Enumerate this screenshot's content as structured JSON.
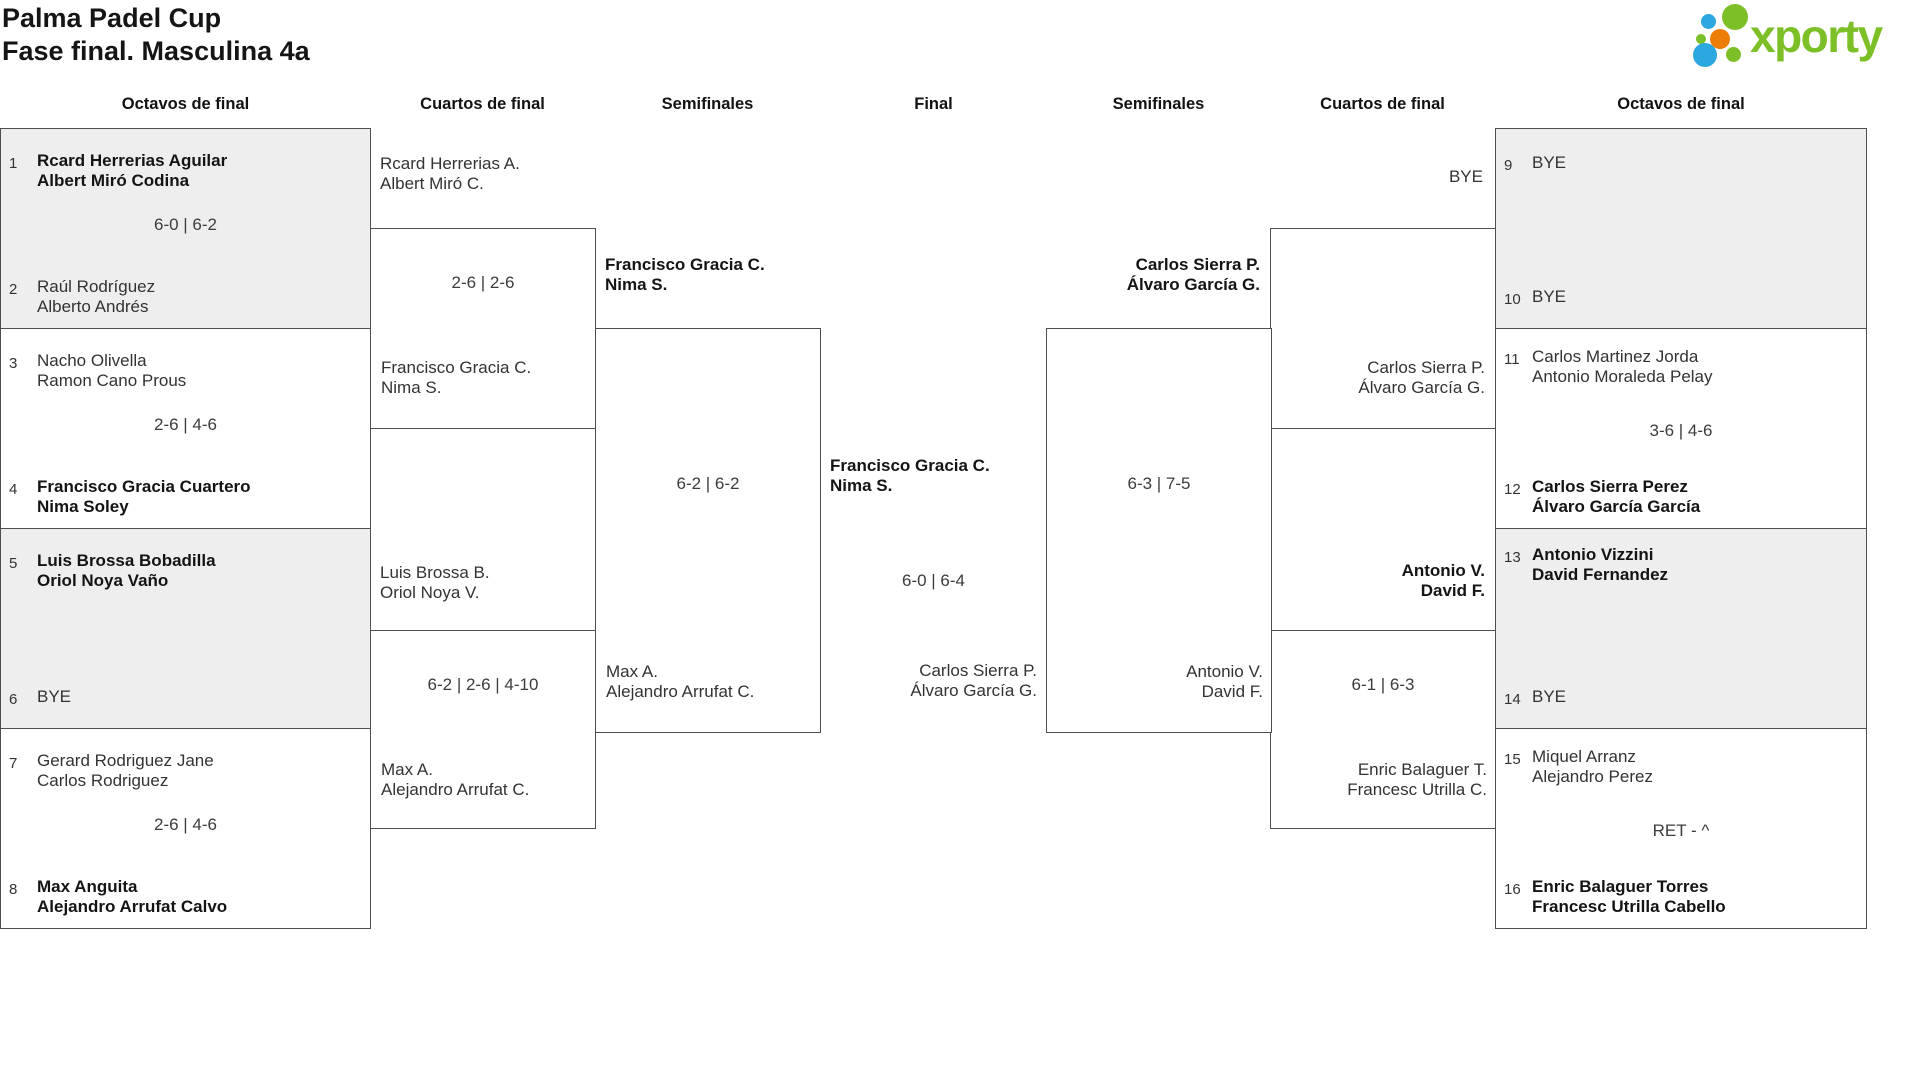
{
  "title": {
    "line1": "Palma Padel Cup",
    "line2": "Fase final. Masculina 4a"
  },
  "logo": {
    "text": "xporty",
    "green": "#7cbf27",
    "blue": "#2da7e0",
    "orange": "#ec7d08"
  },
  "colors": {
    "box_gray": "#eeeeee",
    "border": "#4f4f4f",
    "winner_text": "#141414",
    "text": "#333333"
  },
  "headers": [
    "Octavos de final",
    "Cuartos de final",
    "Semifinales",
    "Final",
    "Semifinales",
    "Cuartos de final",
    "Octavos de final"
  ],
  "bracket": {
    "octavos_left": [
      {
        "team1": {
          "seed": "1",
          "line1": "Rcard Herrerias Aguilar",
          "line2": "Albert Miró Codina",
          "winner": true
        },
        "score": "6-0 | 6-2",
        "team2": {
          "seed": "2",
          "line1": "Raúl Rodríguez",
          "line2": "Alberto Andrés",
          "winner": false
        }
      },
      {
        "team1": {
          "seed": "3",
          "line1": "Nacho Olivella",
          "line2": "Ramon Cano Prous",
          "winner": false
        },
        "score": "2-6 | 4-6",
        "team2": {
          "seed": "4",
          "line1": "Francisco Gracia Cuartero",
          "line2": "Nima Soley",
          "winner": true
        }
      },
      {
        "team1": {
          "seed": "5",
          "line1": "Luis Brossa Bobadilla",
          "line2": "Oriol Noya Vaño",
          "winner": true
        },
        "score": "",
        "team2": {
          "seed": "6",
          "line1": "BYE",
          "line2": "",
          "winner": false
        }
      },
      {
        "team1": {
          "seed": "7",
          "line1": "Gerard Rodriguez Jane",
          "line2": "Carlos Rodriguez",
          "winner": false
        },
        "score": "2-6 | 4-6",
        "team2": {
          "seed": "8",
          "line1": "Max Anguita",
          "line2": "Alejandro Arrufat Calvo",
          "winner": true
        }
      }
    ],
    "octavos_right": [
      {
        "team1": {
          "seed": "9",
          "line1": "BYE",
          "line2": "",
          "winner": false
        },
        "score": "",
        "team2": {
          "seed": "10",
          "line1": "BYE",
          "line2": "",
          "winner": false
        }
      },
      {
        "team1": {
          "seed": "11",
          "line1": "Carlos Martinez Jorda",
          "line2": "Antonio Moraleda Pelay",
          "winner": false
        },
        "score": "3-6 | 4-6",
        "team2": {
          "seed": "12",
          "line1": "Carlos Sierra Perez",
          "line2": "Álvaro García García",
          "winner": true
        }
      },
      {
        "team1": {
          "seed": "13",
          "line1": "Antonio Vizzini",
          "line2": "David Fernandez",
          "winner": true
        },
        "score": "",
        "team2": {
          "seed": "14",
          "line1": "BYE",
          "line2": "",
          "winner": false
        }
      },
      {
        "team1": {
          "seed": "15",
          "line1": "Miquel Arranz",
          "line2": "Alejandro Perez",
          "winner": false
        },
        "score": "RET - ^",
        "team2": {
          "seed": "16",
          "line1": "Enric Balaguer Torres",
          "line2": "Francesc Utrilla Cabello",
          "winner": true
        }
      }
    ],
    "qf_left": [
      {
        "team1": {
          "line1": "Rcard Herrerias A.",
          "line2": "Albert Miró C.",
          "winner": false
        },
        "score": "2-6 | 2-6",
        "team2": {
          "line1": "Francisco Gracia C.",
          "line2": "Nima S.",
          "winner": true
        }
      },
      {
        "team1": {
          "line1": "Luis Brossa B.",
          "line2": "Oriol Noya V.",
          "winner": false
        },
        "score": "6-2 | 2-6 | 4-10",
        "team2": {
          "line1": "Max A.",
          "line2": "Alejandro Arrufat C.",
          "winner": true
        }
      }
    ],
    "qf_right": [
      {
        "team1": {
          "line1": "BYE",
          "line2": "",
          "winner": false
        },
        "score": "",
        "team2": {
          "line1": "Carlos Sierra P.",
          "line2": "Álvaro García G.",
          "winner": true
        }
      },
      {
        "team1": {
          "line1": "Antonio V.",
          "line2": "David F.",
          "winner": true
        },
        "score": "6-1 | 6-3",
        "team2": {
          "line1": "Enric Balaguer T.",
          "line2": "Francesc Utrilla C.",
          "winner": false
        }
      }
    ],
    "sf_left": {
      "team1": {
        "line1": "Francisco Gracia C.",
        "line2": "Nima S.",
        "winner": true
      },
      "score": "6-2 | 6-2",
      "team2": {
        "line1": "Max A.",
        "line2": "Alejandro Arrufat C.",
        "winner": false
      }
    },
    "sf_right": {
      "team1": {
        "line1": "Carlos Sierra P.",
        "line2": "Álvaro García G.",
        "winner": true
      },
      "score": "6-3 | 7-5",
      "team2": {
        "line1": "Antonio V.",
        "line2": "David F.",
        "winner": false
      }
    },
    "final": {
      "winner": {
        "line1": "Francisco Gracia C.",
        "line2": "Nima S."
      },
      "score": "6-0 | 6-4",
      "runner_up": {
        "line1": "Carlos Sierra P.",
        "line2": "Álvaro García G."
      }
    }
  }
}
